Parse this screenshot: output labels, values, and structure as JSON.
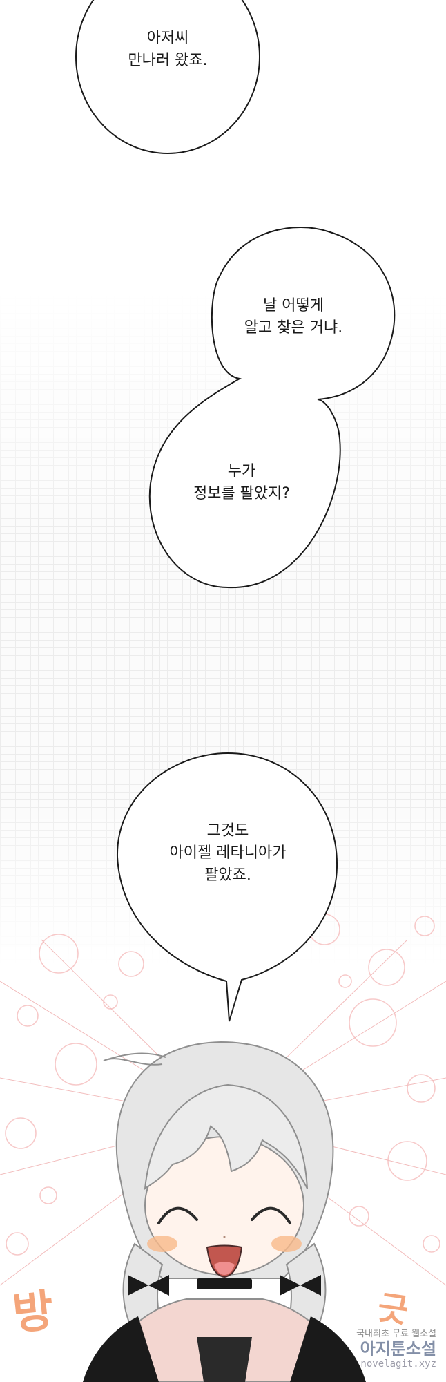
{
  "bubbles": {
    "b1": {
      "lines": [
        "아저씨",
        "만나러 왔죠."
      ]
    },
    "b2": {
      "lines": [
        "날 어떻게",
        "알고 찾은 거냐."
      ]
    },
    "b3": {
      "lines": [
        "누가",
        "정보를 팔았지?"
      ]
    },
    "b4": {
      "lines": [
        "그것도",
        "아이젤 레타니아가",
        "팔았죠."
      ]
    }
  },
  "sfx": {
    "left": "방",
    "right": "긋"
  },
  "watermark": {
    "line1": "국내최초 무료 웹소설",
    "line2": "아지툰소설",
    "line3": "novelagit.xyz"
  },
  "colors": {
    "bubble_stroke": "#1a1a1a",
    "sfx": "#f4a57a",
    "pink_decor": "#f7c9c9",
    "hair": "#dcdcdc",
    "blush": "#f9b98a"
  }
}
